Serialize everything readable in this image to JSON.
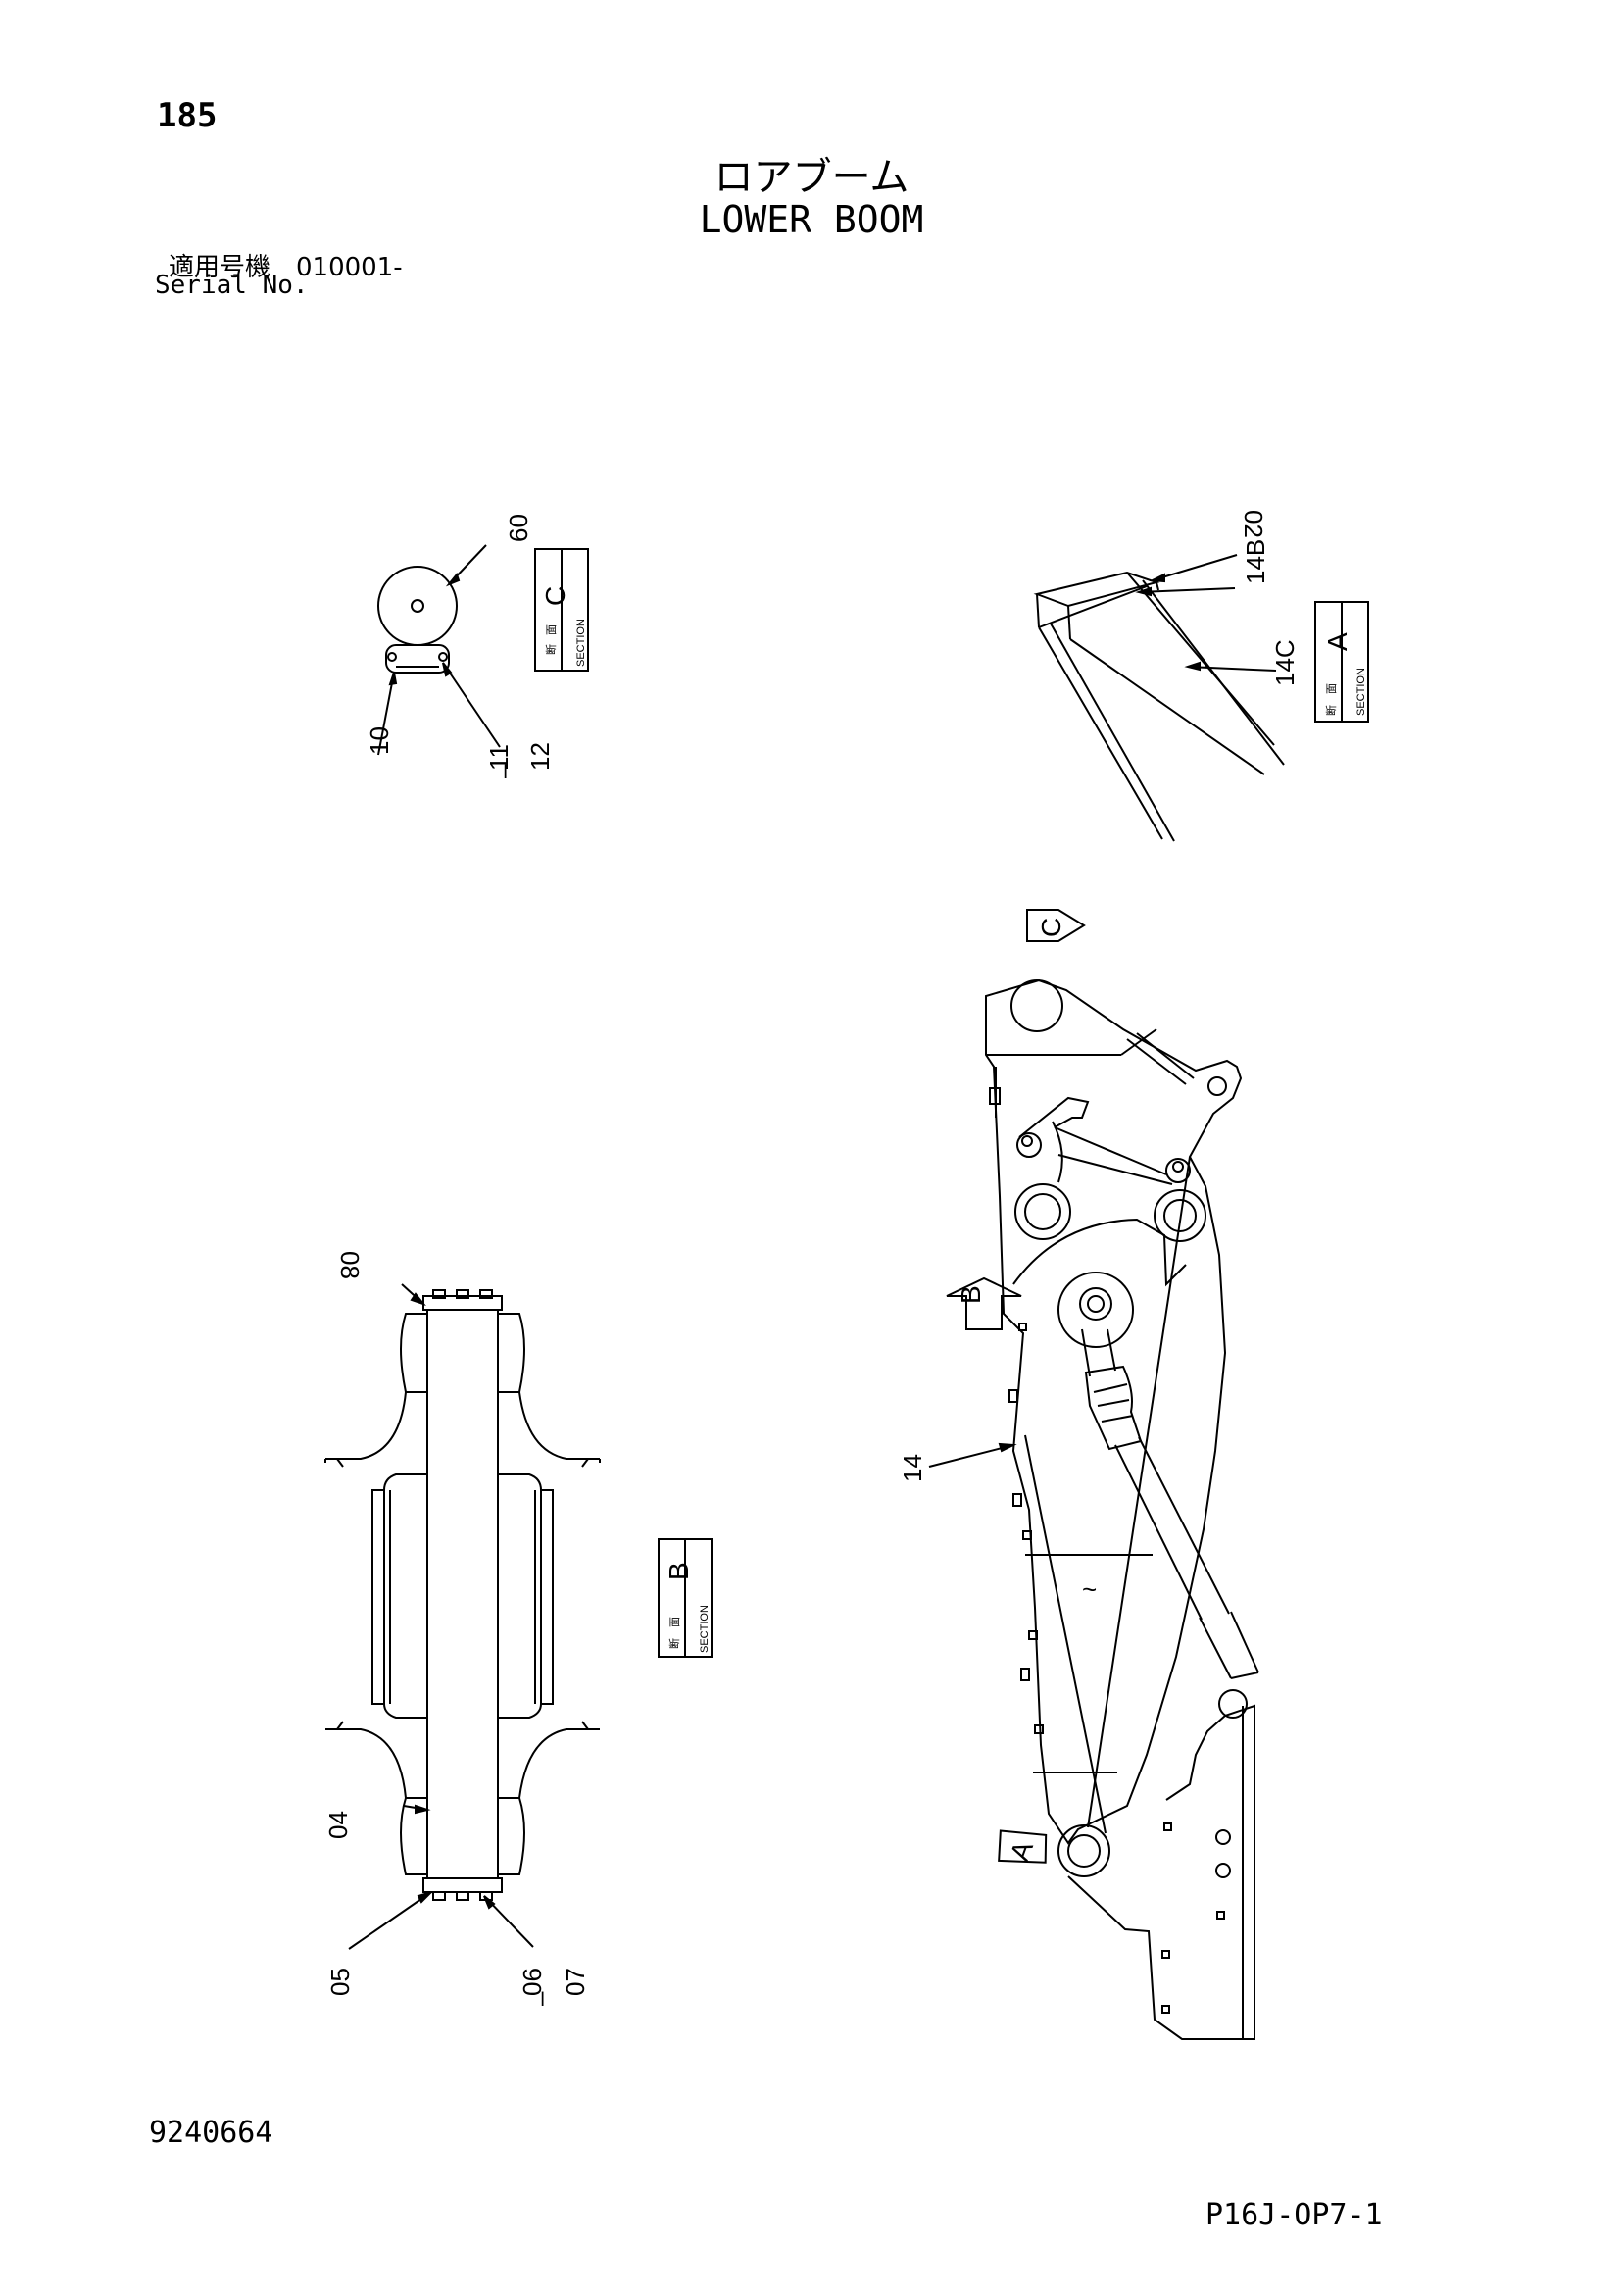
{
  "header": {
    "page_number": "185",
    "title_jp": "ロアブーム",
    "title_en": "LOWER BOOM",
    "serial_jp": "適用号機　010001-",
    "serial_en": "Serial No."
  },
  "section_views": {
    "c": {
      "letter": "C",
      "kanji_1": "断",
      "kanji_2": "面",
      "word": "SECTION",
      "callouts": [
        "09",
        "10",
        "11",
        "–",
        "12"
      ]
    },
    "a": {
      "letter": "A",
      "kanji_1": "断",
      "kanji_2": "面",
      "word": "SECTION",
      "callouts": [
        "02",
        "14B",
        "14C"
      ]
    },
    "b": {
      "letter": "B",
      "kanji_1": "断",
      "kanji_2": "面",
      "word": "SECTION",
      "callouts": [
        "08",
        "04",
        "05",
        "06",
        "–",
        "07"
      ]
    }
  },
  "main_view": {
    "arrow_labels": [
      "C",
      "B",
      "A"
    ],
    "callouts": [
      "14"
    ],
    "break_symbol": "~"
  },
  "footer": {
    "doc_number": "9240664",
    "page_code": "P16J-OP7-1"
  }
}
